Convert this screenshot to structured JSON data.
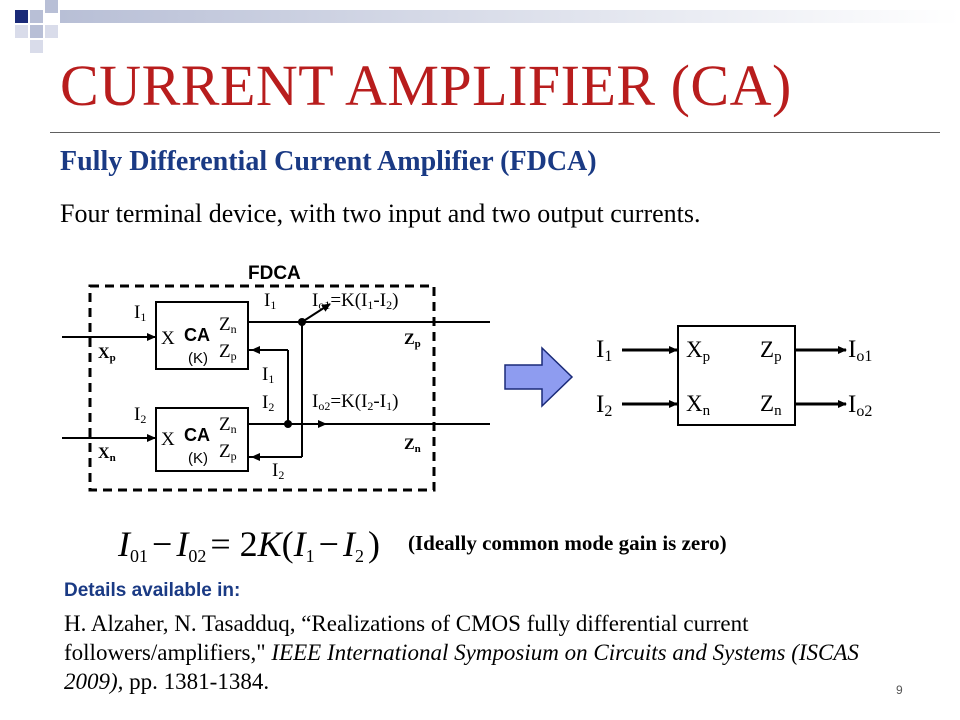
{
  "slide": {
    "title": "CURRENT AMPLIFIER (CA)",
    "subtitle": "Fully Differential Current Amplifier (FDCA)",
    "description": "Four terminal device, with two input and two output currents.",
    "page_number": "9"
  },
  "colors": {
    "title": "#b81d1d",
    "subtitle": "#1a3a84",
    "arrow_fill": "#8e9cf0",
    "deco_dark": "#1a2a78",
    "deco_light": "#b8bfd6"
  },
  "circuit": {
    "box_label": "FDCA",
    "top_amp": {
      "block": "CA",
      "gain": "(K)",
      "in_port": "X",
      "out_a": "Z",
      "out_a_sub": "n",
      "out_b": "Z",
      "out_b_sub": "p",
      "in_current": "I",
      "in_current_sub": "1"
    },
    "bot_amp": {
      "block": "CA",
      "gain": "(K)",
      "in_port": "X",
      "out_a": "Z",
      "out_a_sub": "n",
      "out_b": "Z",
      "out_b_sub": "p",
      "in_current": "I",
      "in_current_sub": "2"
    },
    "xp": {
      "main": "X",
      "sub": "p"
    },
    "xn": {
      "main": "X",
      "sub": "n"
    },
    "zp": {
      "main": "Z",
      "sub": "p"
    },
    "zn": {
      "main": "Z",
      "sub": "n"
    },
    "i1_top": {
      "main": "I",
      "sub": "1"
    },
    "i1_mid": {
      "main": "I",
      "sub": "1"
    },
    "i2_mid": {
      "main": "I",
      "sub": "2"
    },
    "i2_bot": {
      "main": "I",
      "sub": "2"
    },
    "io1_eq": {
      "a": "I",
      "a_sub": "o1",
      "b": "=K(I",
      "b_sub": "1",
      "c": "-I",
      "c_sub": "2",
      "d": ")"
    },
    "io2_eq": {
      "a": "I",
      "a_sub": "o2",
      "b": "=K(I",
      "b_sub": "2",
      "c": "-I",
      "c_sub": "1",
      "d": ")"
    }
  },
  "symbol": {
    "in1": {
      "main": "I",
      "sub": "1"
    },
    "in2": {
      "main": "I",
      "sub": "2"
    },
    "xp": {
      "main": "X",
      "sub": "p"
    },
    "xn": {
      "main": "X",
      "sub": "n"
    },
    "zp": {
      "main": "Z",
      "sub": "p"
    },
    "zn": {
      "main": "Z",
      "sub": "n"
    },
    "out1": {
      "main": "I",
      "sub": "o1"
    },
    "out2": {
      "main": "I",
      "sub": "o2"
    }
  },
  "equation": {
    "t1": "I",
    "t1_sub": "01",
    "minus1": "−",
    "t2": "I",
    "t2_sub": "02",
    "eq": "= 2",
    "k": "K",
    "open": "(",
    "t3": "I",
    "t3_sub": "1",
    "minus2": "−",
    "t4": "I",
    "t4_sub": "2",
    "close": ")"
  },
  "note": "(Ideally common mode gain is zero)",
  "details": {
    "heading": "Details available in:",
    "ref_plain": "H. Alzaher, N. Tasadduq, “Realizations of CMOS fully differential current followers/amplifiers,\" ",
    "ref_italic": "IEEE International Symposium on Circuits and Systems (ISCAS 2009),",
    "ref_pages": " pp. 1381-1384."
  }
}
